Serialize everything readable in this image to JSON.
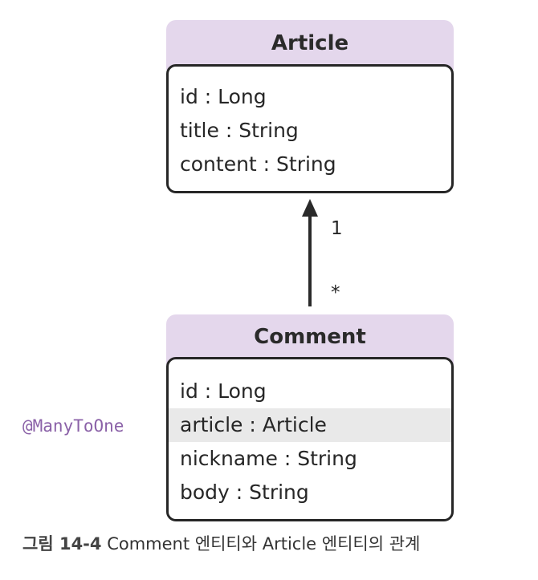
{
  "article": {
    "title": "Article",
    "fields": [
      "id : Long",
      "title : String",
      "content : String"
    ]
  },
  "comment": {
    "title": "Comment",
    "fields": [
      "id : Long",
      "article : Article",
      "nickname : String",
      "body : String"
    ]
  },
  "relation": {
    "one": "1",
    "many": "*",
    "annotation": "@ManyToOne"
  },
  "caption": {
    "label": "그림 14-4",
    "text": "Comment 엔티티와 Article 엔티티의 관계"
  },
  "colors": {
    "header": "#e4d7ec",
    "border": "#262626",
    "highlight": "#e9e9e9",
    "annotation": "#8b62a8"
  }
}
